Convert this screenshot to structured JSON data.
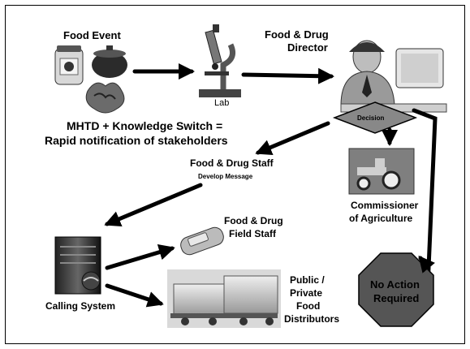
{
  "labels": {
    "food_event": "Food Event",
    "lab": "Lab",
    "director_line1": "Food  & Drug",
    "director_line2": "Director",
    "decision": "Decision",
    "mhtd_line1": "MHTD + Knowledge Switch  =",
    "mhtd_line2": "Rapid notification of stakeholders",
    "staff": "Food & Drug Staff",
    "develop_message": "Develop Message",
    "commissioner_line1": "Commissioner",
    "commissioner_line2": "of Agriculture",
    "field_staff_line1": "Food & Drug",
    "field_staff_line2": "Field Staff",
    "calling_system": "Calling System",
    "public_line1": "Public /",
    "public_line2": "Private",
    "public_line3": "Food",
    "public_line4": "Distributors",
    "no_action_line1": "No Action",
    "no_action_line2": "Required"
  },
  "icons": {
    "food": "food-items-icon",
    "lab": "microscope-icon",
    "director": "director-at-desk-icon",
    "tractor": "tractor-icon",
    "server": "server-tower-icon",
    "phone": "cell-phone-icon",
    "trucks": "delivery-trucks-icon",
    "stop": "stop-sign-icon"
  },
  "colors": {
    "stop_sign": "#555555",
    "decision_diamond": "#888888",
    "arrow": "#000000",
    "tractor_bg": "#7f7f7f"
  }
}
